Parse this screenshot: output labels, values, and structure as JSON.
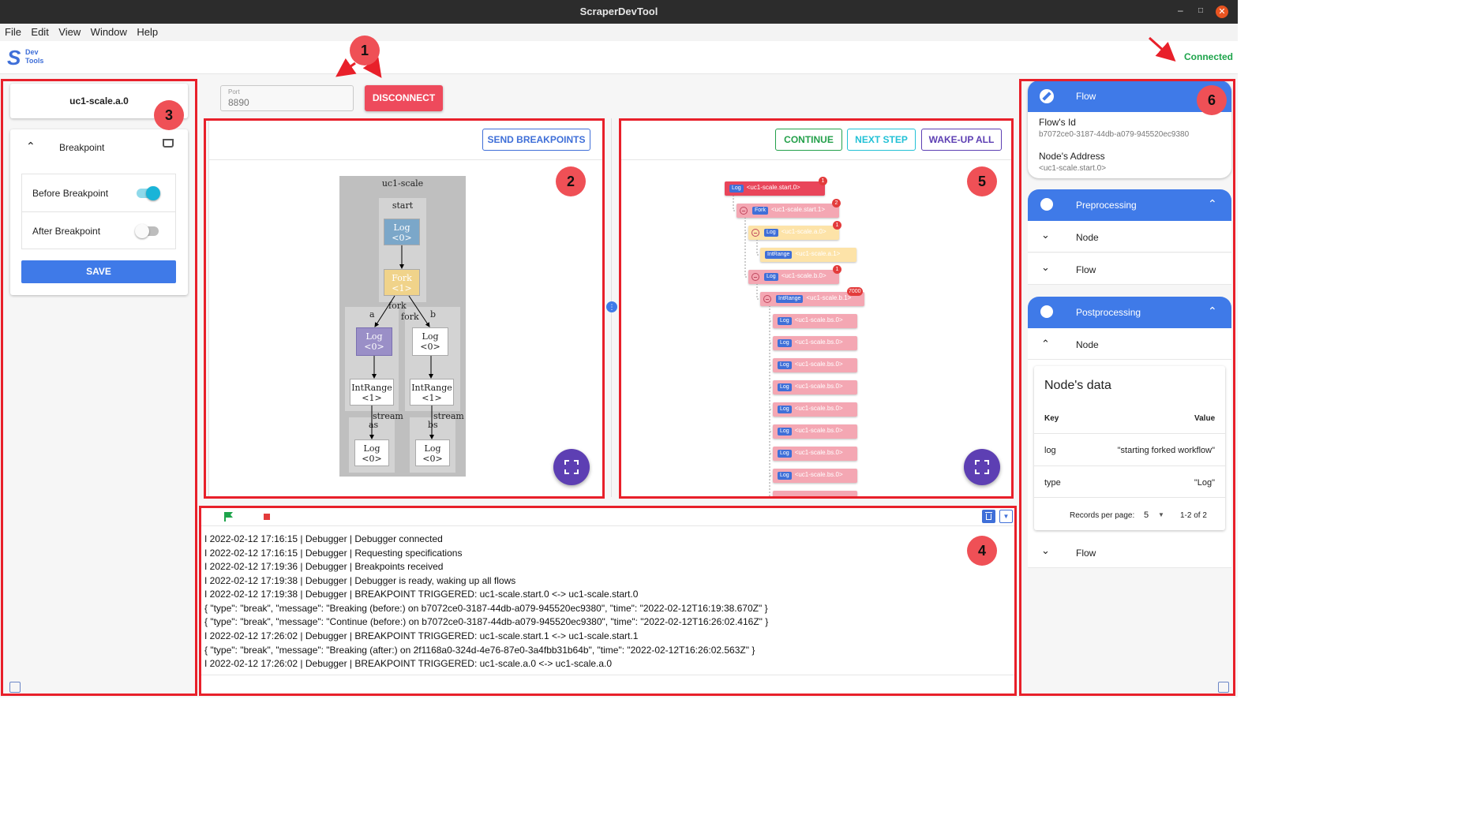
{
  "window": {
    "title": "ScraperDevTool"
  },
  "menu": [
    "File",
    "Edit",
    "View",
    "Window",
    "Help"
  ],
  "header": {
    "logo_letter": "S",
    "logo_top": "Dev",
    "logo_bottom": "Tools",
    "status": "Connected"
  },
  "connection": {
    "port_label": "Port",
    "port_value": "8890",
    "disconnect_label": "DISCONNECT"
  },
  "annotations": [
    "1",
    "2",
    "3",
    "4",
    "5",
    "6"
  ],
  "left": {
    "node_name": "uc1-scale.a.0",
    "section_title": "Breakpoint",
    "before_label": "Before Breakpoint",
    "before_on": true,
    "after_label": "After Breakpoint",
    "after_on": false,
    "save_label": "SAVE"
  },
  "graph": {
    "send_label": "SEND BREAKPOINTS",
    "cluster": "uc1-scale",
    "start": "start",
    "node_log0": "Log",
    "node_log0_sub": "<0>",
    "node_fork": "Fork",
    "node_fork_sub": "<1>",
    "label_fork_a": "fork",
    "label_fork_b": "fork",
    "cluster_a": "a",
    "cluster_b": "b",
    "a_log": "Log",
    "a_log_sub": "<0>",
    "b_log": "Log",
    "b_log_sub": "<0>",
    "a_int": "IntRange",
    "a_int_sub": "<1>",
    "b_int": "IntRange",
    "b_int_sub": "<1>",
    "stream_a": "stream",
    "stream_b": "stream",
    "as": "as",
    "bs": "bs",
    "as_log": "Log",
    "as_log_sub": "<0>",
    "bs_log": "Log",
    "bs_log_sub": "<0>"
  },
  "tree": {
    "continue_label": "CONTINUE",
    "next_label": "NEXT STEP",
    "wake_label": "WAKE-UP ALL",
    "nodes": [
      {
        "tag": "Log",
        "name": "<uc1-scale.start.0>",
        "count": "1"
      },
      {
        "tag": "Fork",
        "name": "<uc1-scale.start.1>",
        "count": "2"
      },
      {
        "tag": "Log",
        "name": "<uc1-scale.a.0>",
        "count": "1"
      },
      {
        "tag": "IntRange",
        "name": "<uc1-scale.a.1>",
        "count": ""
      },
      {
        "tag": "Log",
        "name": "<uc1-scale.b.0>",
        "count": "1"
      },
      {
        "tag": "IntRange",
        "name": "<uc1-scale.b.1>",
        "count": "7000"
      },
      {
        "tag": "Log",
        "name": "<uc1-scale.bs.0>",
        "count": ""
      },
      {
        "tag": "Log",
        "name": "<uc1-scale.bs.0>",
        "count": ""
      },
      {
        "tag": "Log",
        "name": "<uc1-scale.bs.0>",
        "count": ""
      },
      {
        "tag": "Log",
        "name": "<uc1-scale.bs.0>",
        "count": ""
      },
      {
        "tag": "Log",
        "name": "<uc1-scale.bs.0>",
        "count": ""
      },
      {
        "tag": "Log",
        "name": "<uc1-scale.bs.0>",
        "count": ""
      },
      {
        "tag": "Log",
        "name": "<uc1-scale.bs.0>",
        "count": ""
      },
      {
        "tag": "Log",
        "name": "<uc1-scale.bs.0>",
        "count": ""
      }
    ]
  },
  "log": {
    "lines": [
      "I 2022-02-12 17:16:15 | Debugger | Debugger connected",
      "I 2022-02-12 17:16:15 | Debugger | Requesting specifications",
      "I 2022-02-12 17:19:36 | Debugger | Breakpoints received",
      "I 2022-02-12 17:19:38 | Debugger | Debugger is ready, waking up all flows",
      "I 2022-02-12 17:19:38 | Debugger | BREAKPOINT TRIGGERED: uc1-scale.start.0 <-> uc1-scale.start.0",
      "{ \"type\": \"break\", \"message\": \"Breaking (before:) on b7072ce0-3187-44db-a079-945520ec9380\", \"time\": \"2022-02-12T16:19:38.670Z\" }",
      "{ \"type\": \"break\", \"message\": \"Continue (before:) on b7072ce0-3187-44db-a079-945520ec9380\", \"time\": \"2022-02-12T16:26:02.416Z\" }",
      "I 2022-02-12 17:26:02 | Debugger | BREAKPOINT TRIGGERED: uc1-scale.start.1 <-> uc1-scale.start.1",
      "{ \"type\": \"break\", \"message\": \"Breaking (after:) on 2f1168a0-324d-4e76-87e0-3a4fbb31b64b\", \"time\": \"2022-02-12T16:26:02.563Z\" }",
      "I 2022-02-12 17:26:02 | Debugger | BREAKPOINT TRIGGERED: uc1-scale.a.0 <-> uc1-scale.a.0"
    ]
  },
  "right": {
    "flow_title": "Flow",
    "flow_id_label": "Flow's Id",
    "flow_id": "b7072ce0-3187-44db-a079-945520ec9380",
    "node_addr_label": "Node's Address",
    "node_addr": "<uc1-scale.start.0>",
    "pre_title": "Preprocessing",
    "pre_node": "Node",
    "pre_flow": "Flow",
    "post_title": "Postprocessing",
    "post_node": "Node",
    "nodes_data_title": "Node's data",
    "col_key": "Key",
    "col_value": "Value",
    "rows": [
      {
        "key": "log",
        "value": "\"starting forked workflow\""
      },
      {
        "key": "type",
        "value": "\"Log\""
      }
    ],
    "rpp_label": "Records per page:",
    "rpp_value": "5",
    "range": "1-2 of 2",
    "post_flow": "Flow"
  },
  "colors": {
    "accent": "#3f7ae8",
    "danger": "#ee4a5c",
    "connected": "#1ea44b",
    "annotation": "#e8202a",
    "fab": "#5d3fb3"
  }
}
